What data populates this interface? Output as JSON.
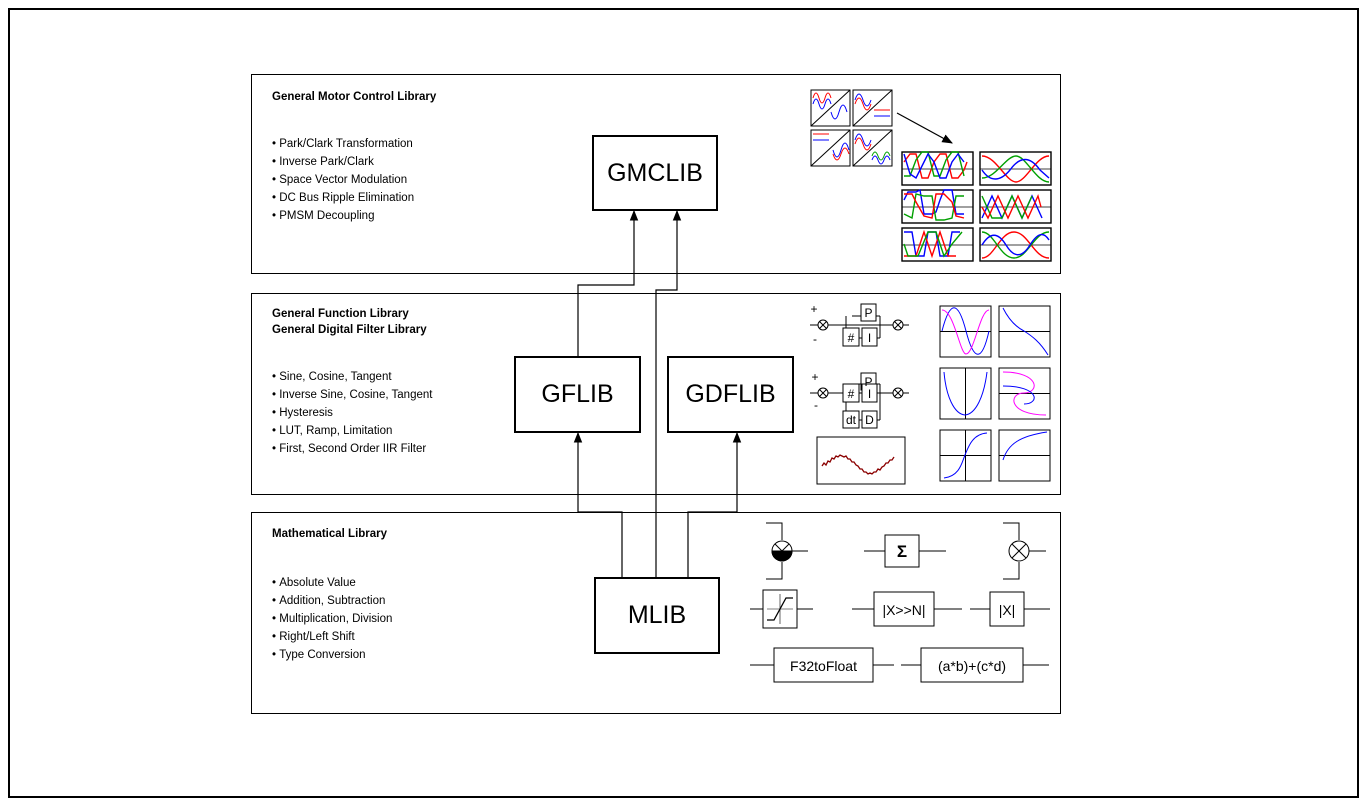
{
  "panels": {
    "gmc": {
      "title": "General Motor Control Library",
      "items": [
        "Park/Clark Transformation",
        "Inverse Park/Clark",
        "Space Vector Modulation",
        "DC Bus Ripple Elimination",
        "PMSM Decoupling"
      ],
      "box": "GMCLIB"
    },
    "gf": {
      "title1": "General Function Library",
      "title2": "General Digital Filter Library",
      "items": [
        "Sine, Cosine, Tangent",
        "Inverse Sine, Cosine, Tangent",
        "Hysteresis",
        "LUT, Ramp, Limitation",
        "First, Second Order IIR Filter"
      ],
      "box1": "GFLIB",
      "box2": "GDFLIB",
      "pi": {
        "plus": "+",
        "minus": "-",
        "p": "P",
        "hash": "#",
        "i": "I"
      },
      "pid": {
        "plus": "+",
        "minus": "-",
        "p": "P",
        "hash": "#",
        "i": "I",
        "dt": "dt",
        "d": "D"
      }
    },
    "math": {
      "title": "Mathematical Library",
      "items": [
        "Absolute Value",
        "Addition, Subtraction",
        "Multiplication, Division",
        "Right/Left Shift",
        "Type Conversion"
      ],
      "box": "MLIB",
      "ops": {
        "sum": "Σ",
        "shift": "|X>>N|",
        "abs": "|X|",
        "conv": "F32toFloat",
        "mac": "(a*b)+(c*d)"
      }
    }
  },
  "colors": {
    "line": "#000000",
    "red": "#ff0000",
    "green": "#00a000",
    "blue": "#0000ff",
    "magenta": "#ff00ff",
    "noise": "#8b0000"
  }
}
